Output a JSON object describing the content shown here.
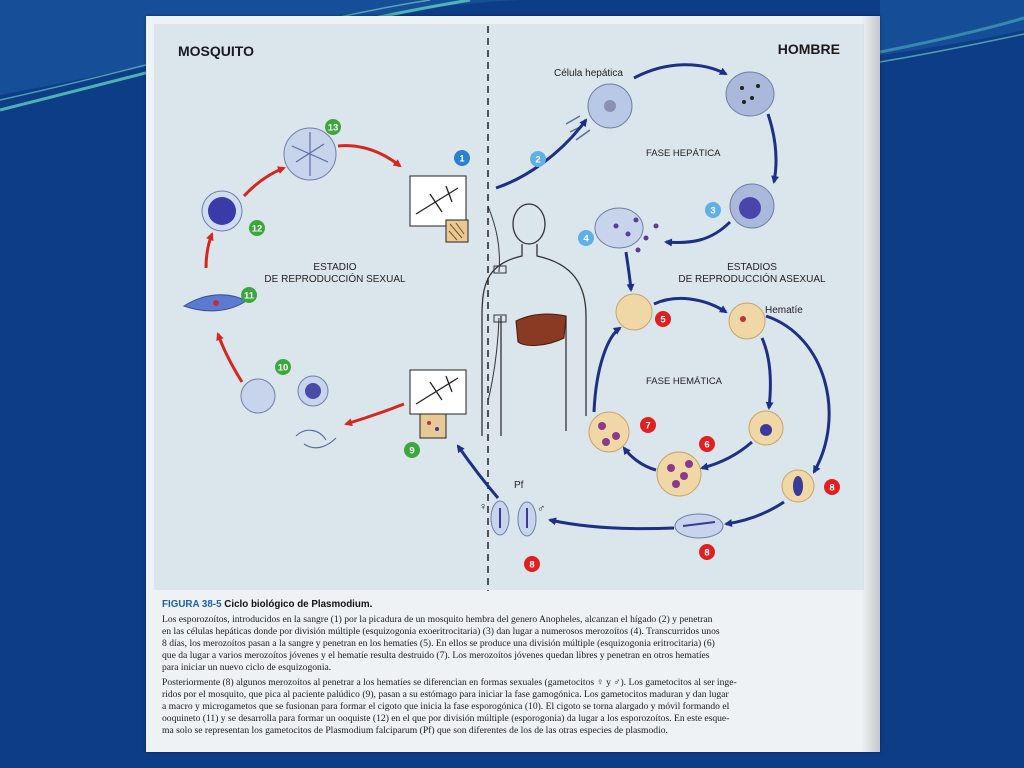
{
  "diagram": {
    "left_header": "MOSQUITO",
    "right_header": "HOMBRE",
    "label_celula": "Célula hepática",
    "label_fase_hepatica": "FASE HEPÁTICA",
    "label_sexual_1": "ESTADIO",
    "label_sexual_2": "DE REPRODUCCIÓN SEXUAL",
    "label_asexual_1": "ESTADIOS",
    "label_asexual_2": "DE REPRODUCCIÓN ASEXUAL",
    "label_hematie": "Hematíe",
    "label_fase_hematica": "FASE HEMÁTICA",
    "label_pf": "Pf",
    "female_symbol": "♀",
    "male_symbol": "♂",
    "steps": {
      "s1": "1",
      "s2": "2",
      "s3": "3",
      "s4": "4",
      "s5": "5",
      "s6": "6",
      "s7": "7",
      "s8a": "8",
      "s8b": "8",
      "s8c": "8",
      "s9": "9",
      "s10": "10",
      "s11": "11",
      "s12": "12",
      "s13": "13"
    },
    "colors": {
      "blue_step": "#2a7fd0",
      "light_blue_step": "#5fb0e6",
      "green_step": "#3aa83a",
      "red_step": "#e02020",
      "arrow_blue": "#1e2f86",
      "arrow_red": "#d8261e"
    }
  },
  "caption": {
    "figure_number": "FIGURA 38-5",
    "figure_title": "Ciclo biológico de Plasmodium.",
    "p1_lines": [
      "Los esporozoítos, introducidos en la sangre (1) por la picadura de un mosquito hembra del genero Anopheles, alcanzan el hígado (2) y penetran",
      "en las células hepáticas donde por división múltiple (esquizogonia exoeritrocitaria) (3) dan lugar a numerosos merozoítos (4). Transcurridos unos",
      "8 días, los merozoítos pasan a la sangre y penetran en los hematíes (5). En ellos se produce una división múltiple (esquizogonia eritrocitaria) (6)",
      "que da lugar a varios merozoítos jóvenes y el hematíe resulta destruido (7). Los merozoítos jóvenes quedan libres y penetran en otros hematíes",
      "para iniciar un nuevo ciclo de esquizogonia."
    ],
    "p2_lines": [
      "Posteriormente (8) algunos merozoítos al penetrar a los hematíes se diferencian en formas sexuales (gametocitos ♀ y ♂). Los gametocitos al ser inge-",
      "ridos por el mosquito, que pica al paciente palúdico (9), pasan a su estómago para iniciar la fase gamogónica. Los gametocitos maduran y dan lugar",
      "a macro y microgametos que se fusionan para formar el cigoto que inicia la fase esporogónica (10). El cigoto se torna alargado y móvil formando el",
      "ooquineto (11) y se desarrolla para formar un ooquiste (12) en el que por división múltiple (esporogonia) da lugar a los esporozoítos. En este esque-",
      "ma solo se representan los gametocitos de Plasmodium falciparum (Pf) que son diferentes de los de las otras especies de plasmodio."
    ]
  }
}
